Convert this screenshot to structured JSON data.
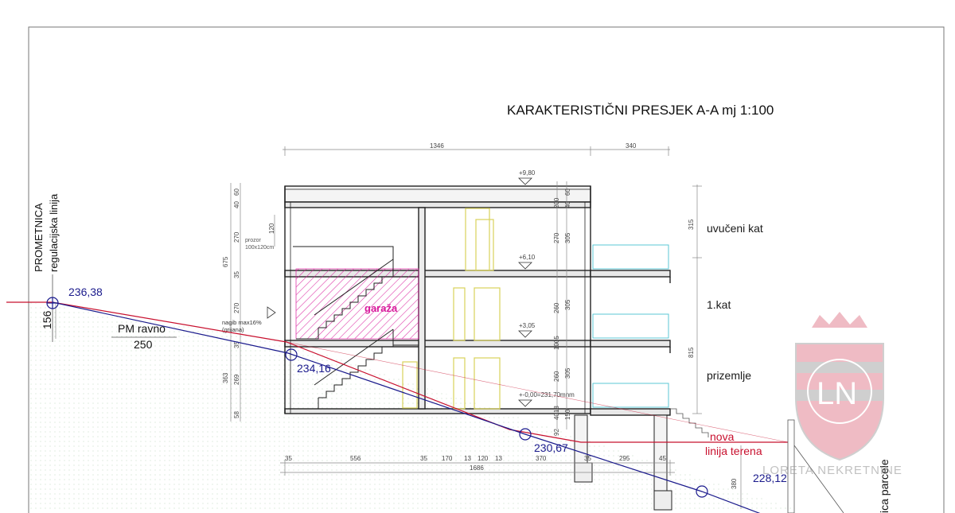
{
  "title": "KARAKTERISTIČNI PRESJEK A-A mj 1:100",
  "road": {
    "name": "PROMETNICA",
    "line": "regulacijska linija",
    "height": "156"
  },
  "elevations": {
    "road": "236,38",
    "upper": "234,16",
    "middle": "230,67",
    "lower": "228,12"
  },
  "parking": {
    "label": "PM ravno",
    "width": "250"
  },
  "garage": "garaža",
  "ramp": {
    "slope": "nagib max16%",
    "heated": "(grijana)"
  },
  "window": {
    "label": "prozor",
    "size": "100x120cm"
  },
  "levels": {
    "top": "+9,80",
    "second": "+6,10",
    "first": "+3,05",
    "ground": "+-0,00=231,70mnm"
  },
  "floors": {
    "upper": "uvučeni kat",
    "first": "1.kat",
    "ground": "prizemlje"
  },
  "terrain": {
    "line1": "nova",
    "line2": "linija terena"
  },
  "parcel": "ica parcele",
  "watermark": "LORETA NEKRETNINE",
  "dims_top": {
    "main": "1346",
    "right": "340"
  },
  "dims_bottom": [
    "35",
    "556",
    "35",
    "170",
    "13",
    "120",
    "13",
    "370",
    "35",
    "295",
    "45"
  ],
  "dims_total": "1686",
  "dims_left": [
    "40",
    "60",
    "270",
    "120",
    "35",
    "270",
    "35",
    "269",
    "58"
  ],
  "dims_left_totals": [
    "675",
    "363"
  ],
  "dims_mid": [
    "200",
    "40",
    "60",
    "270",
    "305",
    "260",
    "305",
    "260",
    "1005",
    "305",
    "4018",
    "150",
    "92"
  ],
  "dims_right": [
    "315",
    "815",
    "380"
  ],
  "colors": {
    "blue": "#1a1a8c",
    "red": "#c8102e",
    "magenta": "#d81b9c",
    "cyan": "#5bc7d4",
    "yellow": "#d8d25a"
  }
}
